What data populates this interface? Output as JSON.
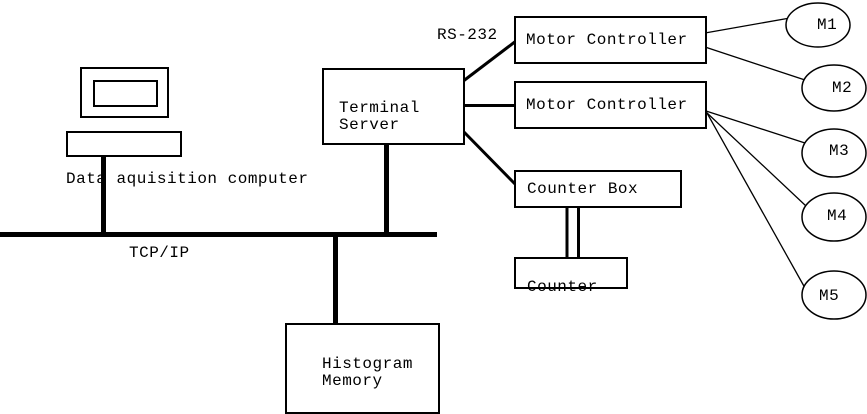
{
  "canvas": {
    "background": "#ffffff",
    "line_color": "#000000"
  },
  "nodes": {
    "computer_label": "Data aquisition computer",
    "terminal_server": "Terminal\nServer",
    "motor_controller_1": "Motor Controller",
    "motor_controller_2": "Motor Controller",
    "counter_box": "Counter Box",
    "counter": "Counter",
    "histogram_memory": "Histogram\nMemory",
    "motors": [
      "M1",
      "M2",
      "M3",
      "M4",
      "M5"
    ]
  },
  "connections": {
    "bus_label": "TCP/IP",
    "serial_label": "RS-232"
  }
}
